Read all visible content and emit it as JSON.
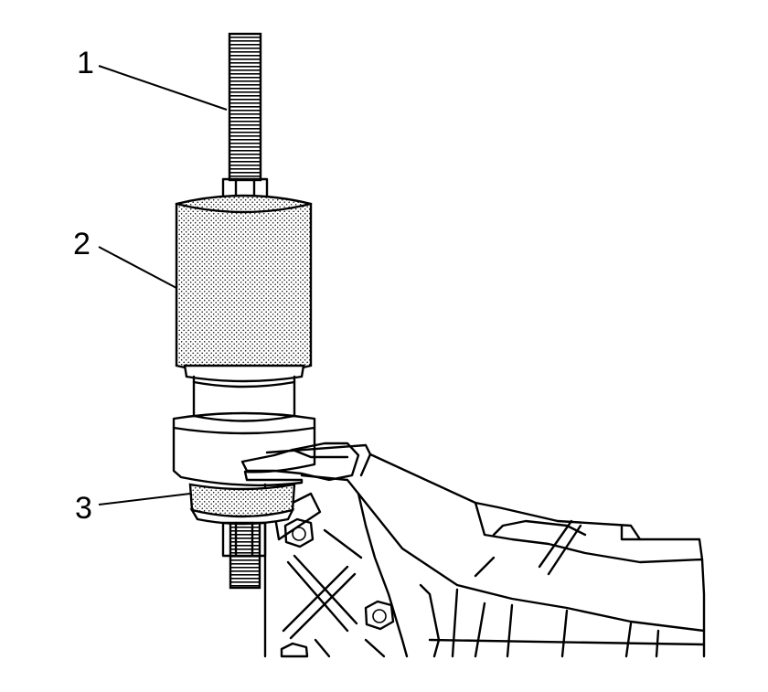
{
  "callouts": [
    {
      "label": "1",
      "part": "threaded-rod"
    },
    {
      "label": "2",
      "part": "puller-body"
    },
    {
      "label": "3",
      "part": "receiver-cup"
    }
  ],
  "colors": {
    "line": "#000000",
    "background": "#ffffff",
    "stipple": "#000000"
  }
}
